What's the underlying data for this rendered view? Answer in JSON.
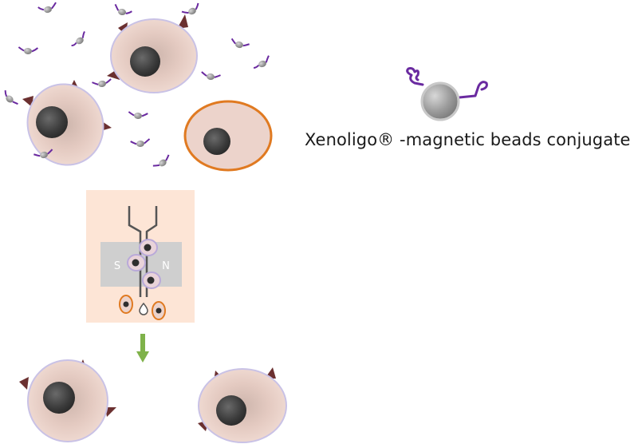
{
  "legend": {
    "label": "Xenoligo® -magnetic beads conjugate"
  },
  "separator": {
    "pole_left": "S",
    "pole_right": "N"
  },
  "colors": {
    "cell_fill": "#ecd3cb",
    "cell_stroke": "#c9c2e6",
    "nucleus": "#3e3e3e",
    "target_cell_stroke": "#e07a21",
    "oligo": "#6a2aa0",
    "bead": "#a9a9a9",
    "spike": "#6b3030",
    "panel_bg": "#fde5d6",
    "magnet": "#cfcfcf",
    "arrow": "#7fb24a"
  },
  "icons": {
    "cell": "cell-icon",
    "bead": "bead-icon",
    "magnet": "magnet-icon",
    "arrow": "arrow-down-icon"
  }
}
